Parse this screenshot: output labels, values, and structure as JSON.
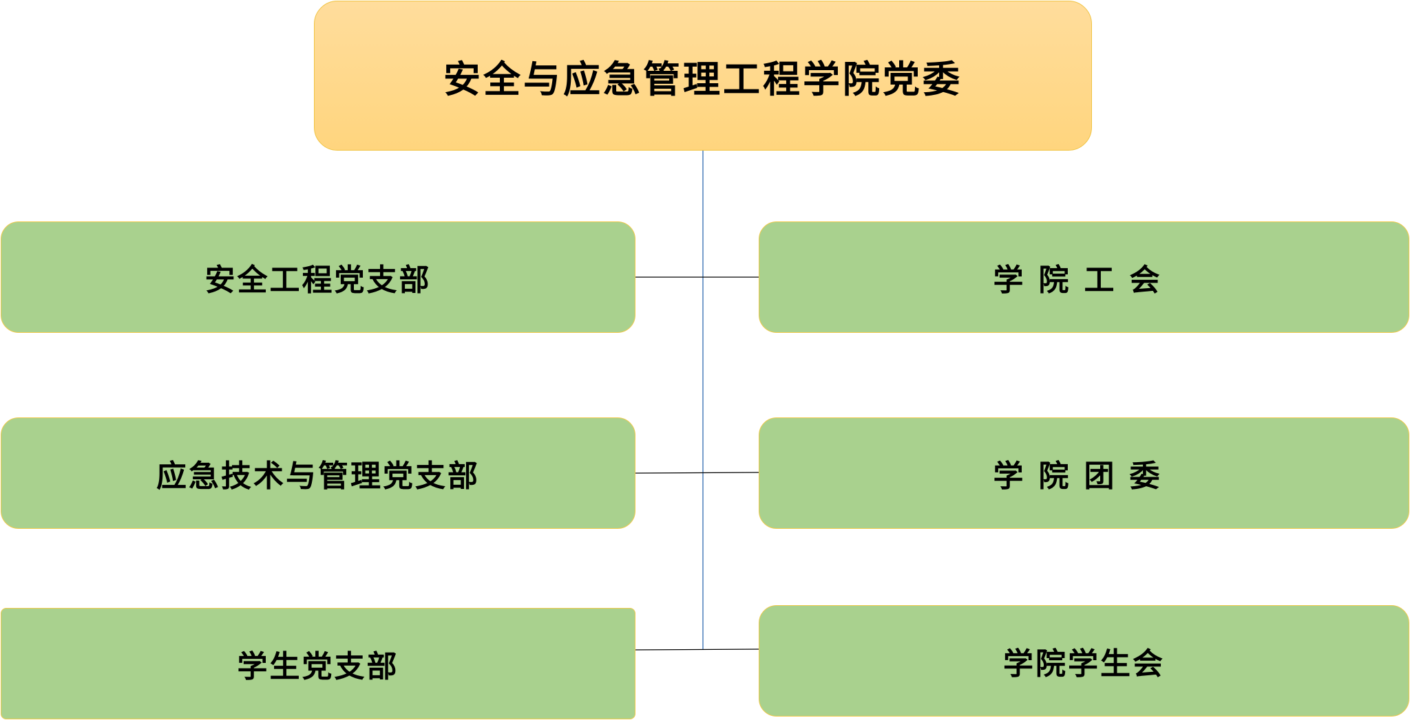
{
  "root": {
    "label": "安全与应急管理工程学院党委"
  },
  "left_branches": [
    {
      "label": "安全工程党支部"
    },
    {
      "label": "应急技术与管理党支部"
    },
    {
      "label": "学生党支部"
    }
  ],
  "right_branches": [
    {
      "label": "学院工会"
    },
    {
      "label": "学院团委"
    },
    {
      "label": "学院学生会"
    }
  ],
  "colors": {
    "root_fill": "#ffd88a",
    "root_border": "#f0c341",
    "child_fill": "#a9d18e",
    "child_border": "#f0c94a",
    "trunk_line": "#4a7ebb",
    "branch_line": "#000000"
  }
}
